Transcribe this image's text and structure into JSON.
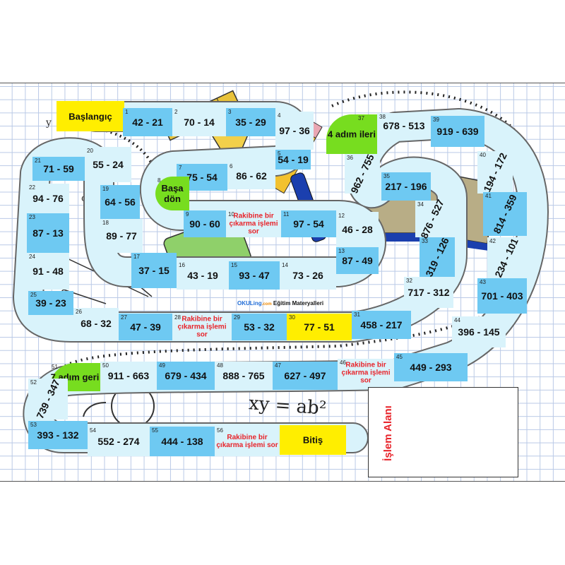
{
  "brand": {
    "name": "OKULing",
    "suffix": ".com",
    "tagline": "Eğitim Materyalleri"
  },
  "work_area": {
    "label": "İşlem Alanı"
  },
  "formula": "xy = ab²",
  "start_label": "Başlangıç",
  "finish_label": "Bitiş",
  "colors": {
    "light": "#d9f3fb",
    "blue": "#6ec9f2",
    "yellow": "#ffee00",
    "green": "#77dd1f",
    "red_text": "#e8232a"
  },
  "cells": [
    {
      "n": "1",
      "text": "42 - 21"
    },
    {
      "n": "2",
      "text": "70 - 14"
    },
    {
      "n": "3",
      "text": "35 - 29"
    },
    {
      "n": "4",
      "text": "97 - 36"
    },
    {
      "n": "5",
      "text": "54 - 19"
    },
    {
      "n": "6",
      "text": "86 - 62"
    },
    {
      "n": "7",
      "text": "75 - 54"
    },
    {
      "n": "8",
      "text": "Başa dön"
    },
    {
      "n": "9",
      "text": "90 - 60"
    },
    {
      "n": "10",
      "text": "Rakibine bir çıkarma işlemi sor"
    },
    {
      "n": "11",
      "text": "97 - 54"
    },
    {
      "n": "12",
      "text": "46 - 28"
    },
    {
      "n": "13",
      "text": "87 - 49"
    },
    {
      "n": "14",
      "text": "73 - 26"
    },
    {
      "n": "15",
      "text": "93 - 47"
    },
    {
      "n": "16",
      "text": "43 - 19"
    },
    {
      "n": "17",
      "text": "37 - 15"
    },
    {
      "n": "18",
      "text": "89 - 77"
    },
    {
      "n": "19",
      "text": "64 - 56"
    },
    {
      "n": "20",
      "text": "55 - 24"
    },
    {
      "n": "21",
      "text": "71 - 59"
    },
    {
      "n": "22",
      "text": "94 - 76"
    },
    {
      "n": "23",
      "text": "87 - 13"
    },
    {
      "n": "24",
      "text": "91 - 48"
    },
    {
      "n": "25",
      "text": "39 - 23"
    },
    {
      "n": "26",
      "text": "68 - 32"
    },
    {
      "n": "27",
      "text": "47 - 39"
    },
    {
      "n": "28",
      "text": "Rakibine bir çıkarma işlemi sor"
    },
    {
      "n": "29",
      "text": "53 - 32"
    },
    {
      "n": "30",
      "text": "77 - 51"
    },
    {
      "n": "31",
      "text": "458 - 217"
    },
    {
      "n": "32",
      "text": "717 - 312"
    },
    {
      "n": "33",
      "text": "319 - 126"
    },
    {
      "n": "34",
      "text": "876 - 527"
    },
    {
      "n": "35",
      "text": "217 - 196"
    },
    {
      "n": "36",
      "text": "962 - 755"
    },
    {
      "n": "37",
      "text": "4 adım ileri"
    },
    {
      "n": "38",
      "text": "678 - 513"
    },
    {
      "n": "39",
      "text": "919 - 639"
    },
    {
      "n": "40",
      "text": "194 - 172"
    },
    {
      "n": "41",
      "text": "814 - 359"
    },
    {
      "n": "42",
      "text": "234 - 101"
    },
    {
      "n": "43",
      "text": "701 - 403"
    },
    {
      "n": "44",
      "text": "396 - 145"
    },
    {
      "n": "45",
      "text": "449 - 293"
    },
    {
      "n": "46",
      "text": "Rakibine bir çıkarma işlemi sor"
    },
    {
      "n": "47",
      "text": "627 - 497"
    },
    {
      "n": "48",
      "text": "888 - 765"
    },
    {
      "n": "49",
      "text": "679 - 434"
    },
    {
      "n": "50",
      "text": "911 - 663"
    },
    {
      "n": "51",
      "text": "7 adım geri"
    },
    {
      "n": "52",
      "text": "739 - 347"
    },
    {
      "n": "53",
      "text": "393 - 132"
    },
    {
      "n": "54",
      "text": "552 - 274"
    },
    {
      "n": "55",
      "text": "444 - 138"
    },
    {
      "n": "56",
      "text": "Rakibine bir çıkarma işlemi sor"
    }
  ]
}
